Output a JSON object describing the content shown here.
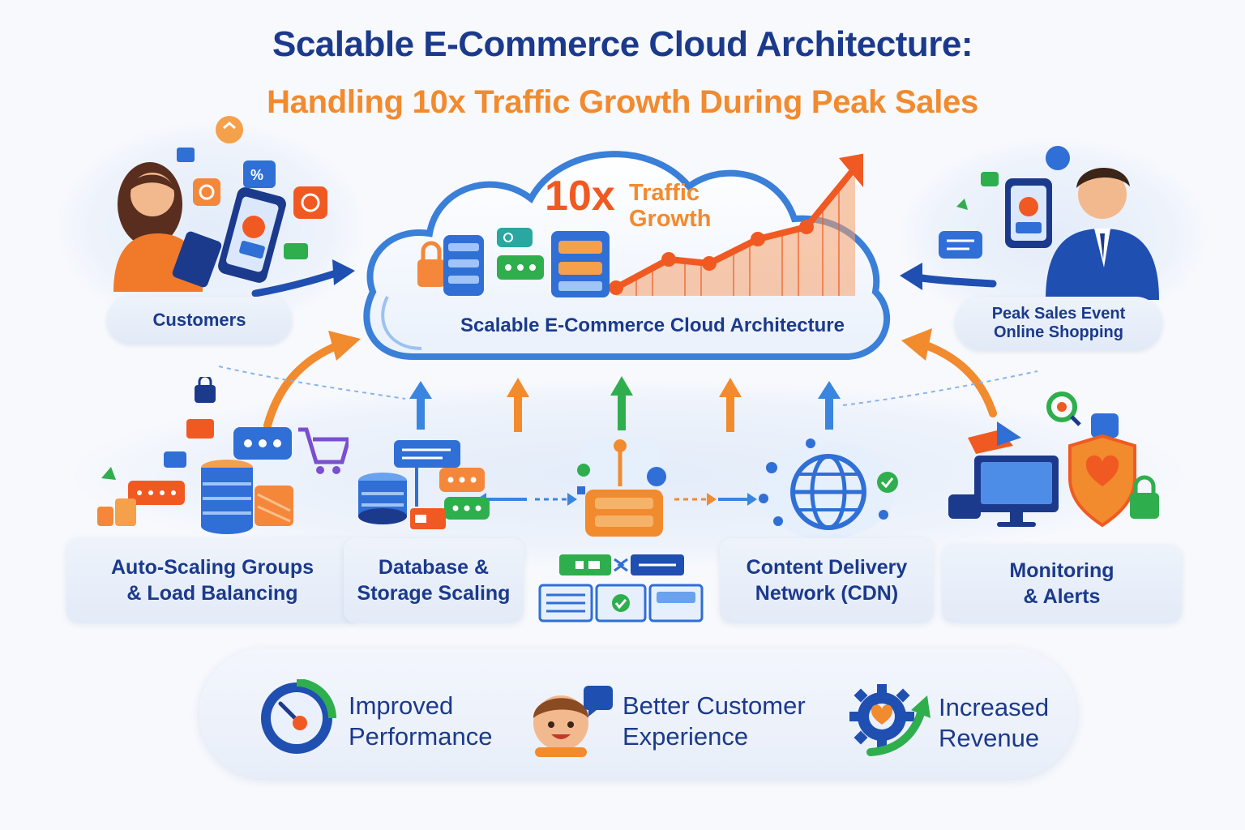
{
  "title": "Scalable E-Commerce Cloud Architecture:",
  "subtitle": "Handling 10x Traffic Growth During Peak Sales",
  "cloud": {
    "traffic_multiplier": "10x",
    "traffic_line1": "Traffic",
    "traffic_line2": "Growth",
    "caption": "Scalable E-Commerce Cloud Architecture"
  },
  "customers": {
    "label": "Customers"
  },
  "peak_event": {
    "line1": "Peak Sales Event",
    "line2": "Online Shopping"
  },
  "components": [
    {
      "line1": "Auto-Scaling Groups",
      "line2": "& Load Balancing"
    },
    {
      "line1": "Database &",
      "line2": "Storage Scaling"
    },
    {
      "line1": "",
      "line2": ""
    },
    {
      "line1": "Content Delivery",
      "line2": "Network (CDN)"
    },
    {
      "line1": "Monitoring",
      "line2": "& Alerts"
    }
  ],
  "benefits": [
    {
      "line1": "Improved",
      "line2": "Performance",
      "icon": "speedometer-icon"
    },
    {
      "line1": "Better Customer",
      "line2": "Experience",
      "icon": "happy-customer-icon"
    },
    {
      "line1": "Increased",
      "line2": "Revenue",
      "icon": "gear-growth-icon"
    }
  ],
  "colors": {
    "navy": "#1b3a8c",
    "orange": "#f28a2e",
    "red_orange": "#f05a22",
    "blue": "#2f6fd6",
    "green": "#2fae4e"
  }
}
